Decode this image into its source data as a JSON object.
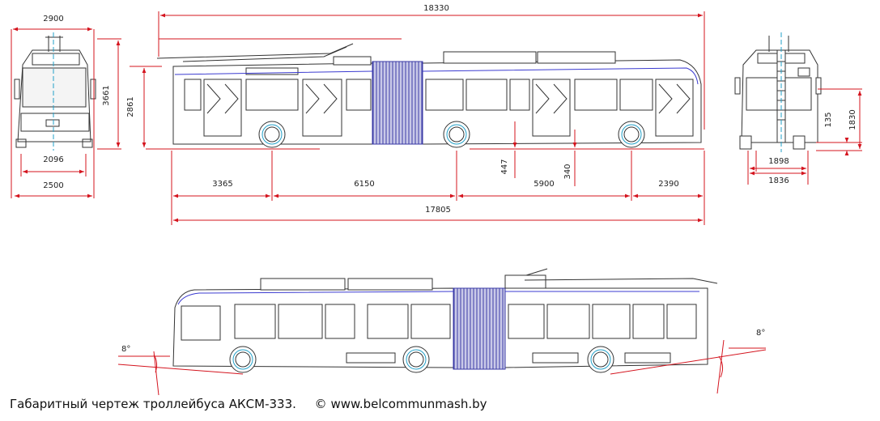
{
  "dimensions": {
    "front_width_top": "2900",
    "front_track": "2096",
    "front_width_bottom": "2500",
    "overall_length_top": "18330",
    "height_with_poles": "3661",
    "body_height": "2861",
    "front_overhang": "3365",
    "wheelbase_1": "6150",
    "wheelbase_2": "5900",
    "rear_overhang": "2390",
    "body_length": "17805",
    "floor_height": "447",
    "step_height": "340",
    "rear_h1": "135",
    "rear_h2": "1830",
    "rear_w1": "1898",
    "rear_w2": "1836",
    "angle_left": "8°",
    "angle_right": "8°"
  },
  "caption": {
    "title": "Габаритный чертеж троллейбуса АКСМ-333.",
    "copyright": "© www.belcommunmash.by"
  },
  "colors": {
    "dimension": "#d4141e",
    "outline": "#333333",
    "bellows": "#3a3aa6",
    "accent_line": "#3b3bd0",
    "centerline": "#22a0c8"
  }
}
